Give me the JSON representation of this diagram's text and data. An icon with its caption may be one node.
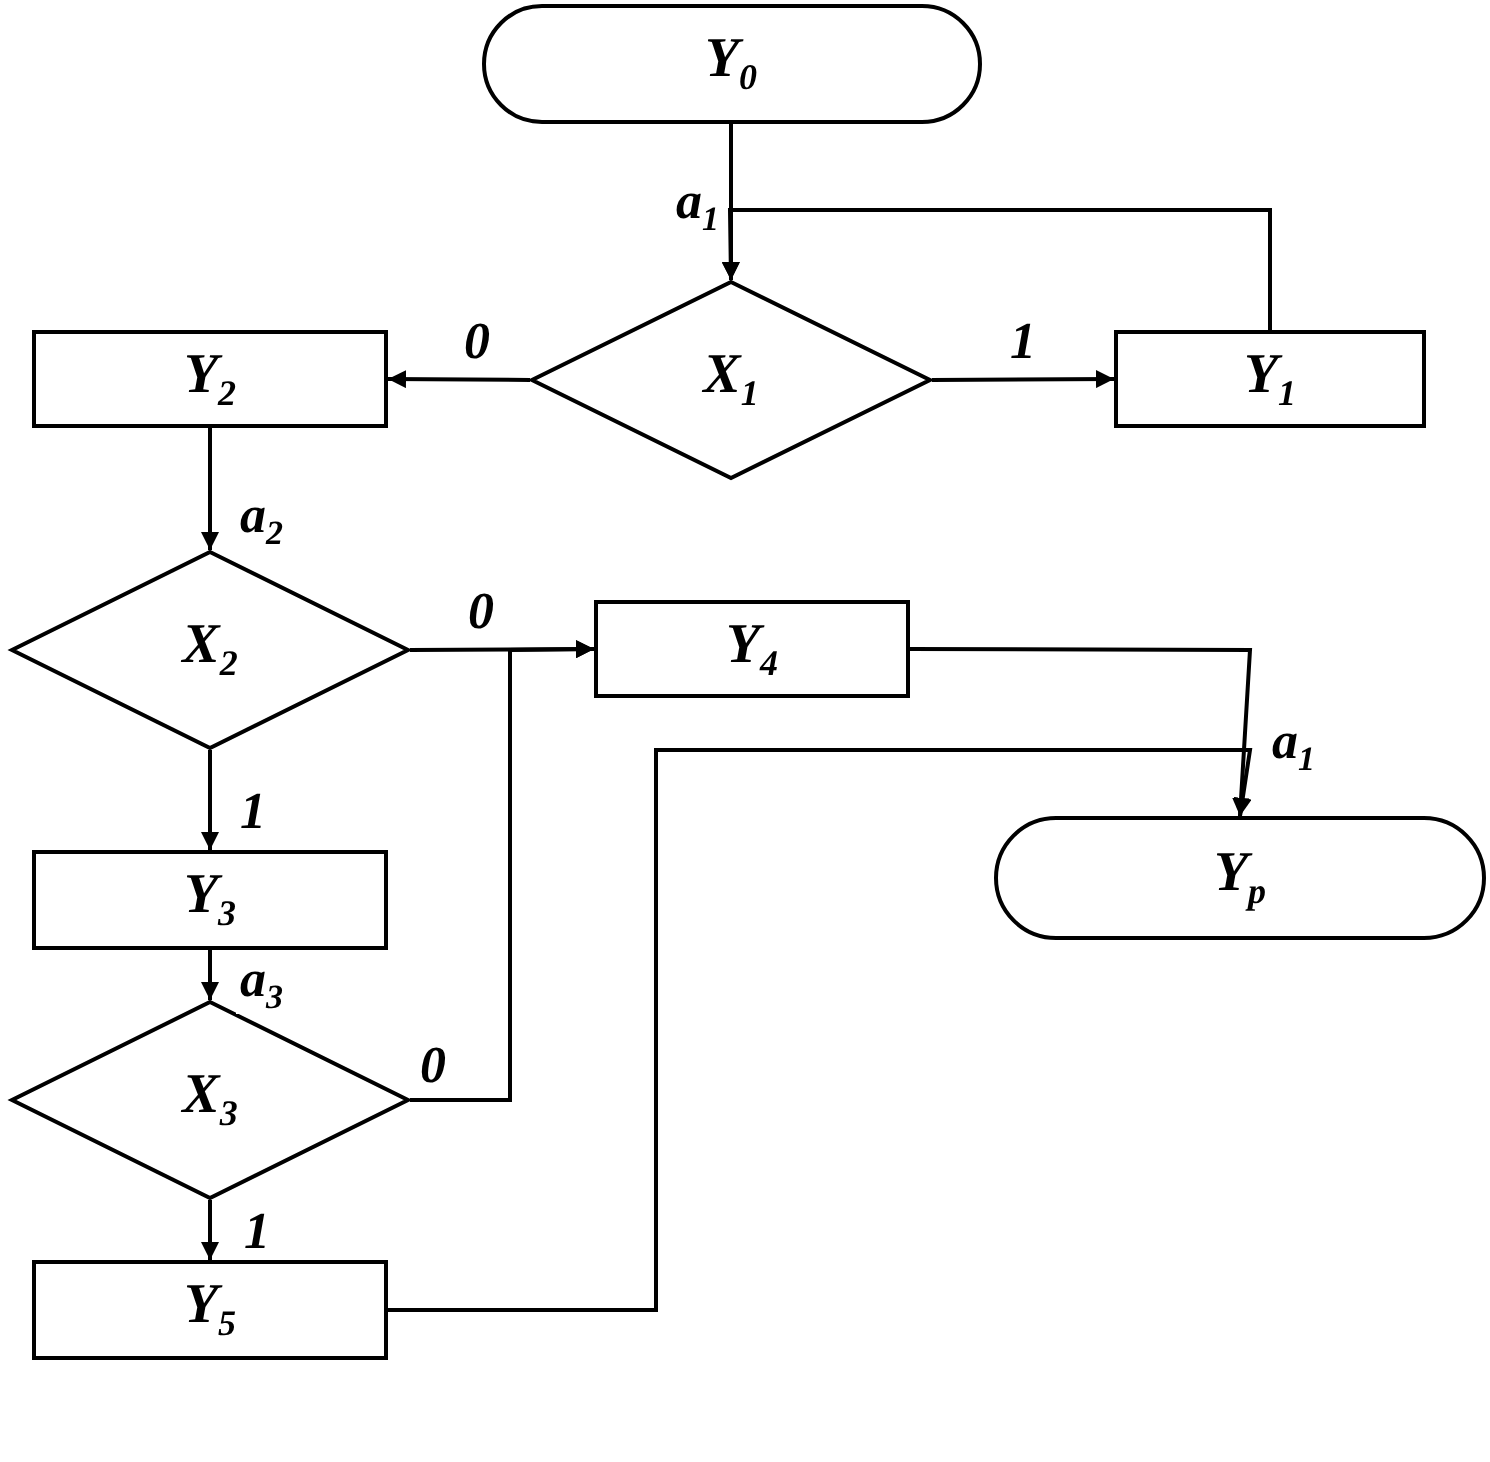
{
  "diagram": {
    "nodes": [
      {
        "text": [
          "Y$_{0}$"
        ]
      },
      {
        "text": [
          "X$_{1}$"
        ]
      },
      {
        "text": [
          "Y$_{1}$"
        ]
      },
      {
        "text": [
          "Y$_{2}$"
        ]
      },
      {
        "text": [
          "X$_{2}$"
        ]
      },
      {
        "text": [
          "Y$_{4}$"
        ]
      },
      {
        "text": [
          "Y$_{p}$"
        ]
      },
      {
        "text": [
          "Y$_{3}$"
        ]
      },
      {
        "text": [
          "X$_{3}$"
        ]
      },
      {
        "text": [
          "Y$_{5}$"
        ]
      }
    ],
    "edges": [
      {
        "from": 0,
        "to": 1,
        "arrow": "to",
        "label": "a$_{1}$"
      },
      {
        "from": 1,
        "to": 3,
        "arrow": "to",
        "label": "0"
      },
      {
        "from": 1,
        "to": 2,
        "arrow": "to",
        "label": "1"
      },
      {
        "from": 2,
        "to": 1,
        "arrow": "to"
      },
      {
        "from": 3,
        "to": 4,
        "arrow": "to",
        "label": "a$_{2}$"
      },
      {
        "from": 4,
        "to": 5,
        "arrow": "to",
        "label": "0"
      },
      {
        "from": 4,
        "to": 7,
        "arrow": "to",
        "label": "1"
      },
      {
        "from": 7,
        "to": 8,
        "arrow": "to",
        "label": "a$_{3}$"
      },
      {
        "from": 8,
        "to": 5,
        "arrow": "to",
        "label": "0"
      },
      {
        "from": 8,
        "to": 9,
        "arrow": "to",
        "label": "1"
      },
      {
        "from": 5,
        "to": 6,
        "arrow": "to",
        "label": "a$_{1}$"
      },
      {
        "from": 9,
        "to": 6,
        "arrow": "to"
      }
    ]
  }
}
